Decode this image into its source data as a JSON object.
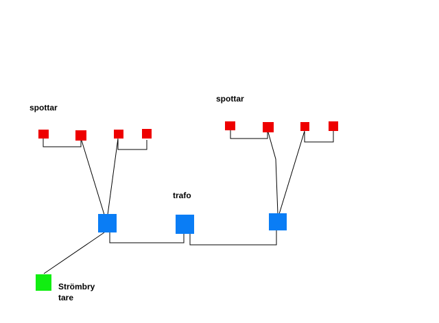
{
  "labels": {
    "spottar_left": "spottar",
    "spottar_right": "spottar",
    "trafo": "trafo",
    "strombrytare": "Strömbry tare"
  },
  "colors": {
    "spot": "#ee0000",
    "transformer": "#0a7df5",
    "switch": "#11ee11",
    "wire": "#000000",
    "background": "#ffffff"
  }
}
